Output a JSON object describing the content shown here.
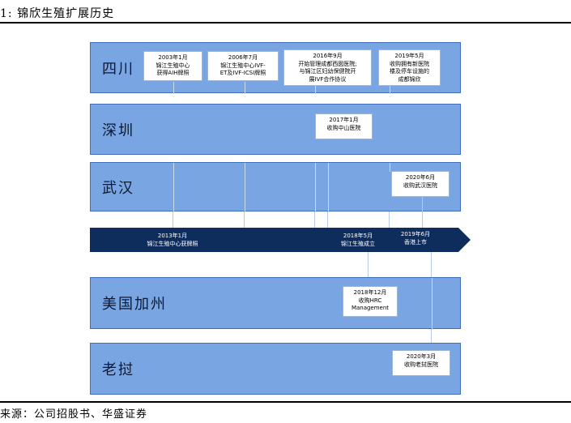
{
  "figure_title": "1:  锦欣生殖扩展历史",
  "source": "来源：公司招股书、华盛证券",
  "regions": {
    "sichuan": "四川",
    "shenzhen": "深圳",
    "wuhan": "武汉",
    "california": "美国加州",
    "laos": "老挝"
  },
  "events": {
    "e2003": "2003年1月\n锦江生殖中心\n获得AIH牌照",
    "e2006": "2006年7月\n锦江生殖中心IVF-\nET及IVF-ICSI牌照",
    "e2016": "2016年9月\n开始管理成都西囡医院;\n与锦江区妇幼保健院开\n展IVF合作协议",
    "e2019": "2019年5月\n收购拥有新医院\n楼及停车设施的\n成都锦欣",
    "e2017": "2017年1月\n收购中山医院",
    "e2020w": "2020年6月\n收购武汉医院",
    "e2018us": "2018年12月\n收购HRC\nManagement",
    "e2020l": "2020年3月\n收购老挝医院"
  },
  "timeline": {
    "t2013": "2013年1月\n锦江生殖中心获牌照",
    "t2018": "2018年5月\n锦江生殖成立",
    "t2019": "2019年6月\n香港上市"
  },
  "colors": {
    "region_fill": "#7aa5e3",
    "timeline_fill": "#0f2d5c"
  }
}
